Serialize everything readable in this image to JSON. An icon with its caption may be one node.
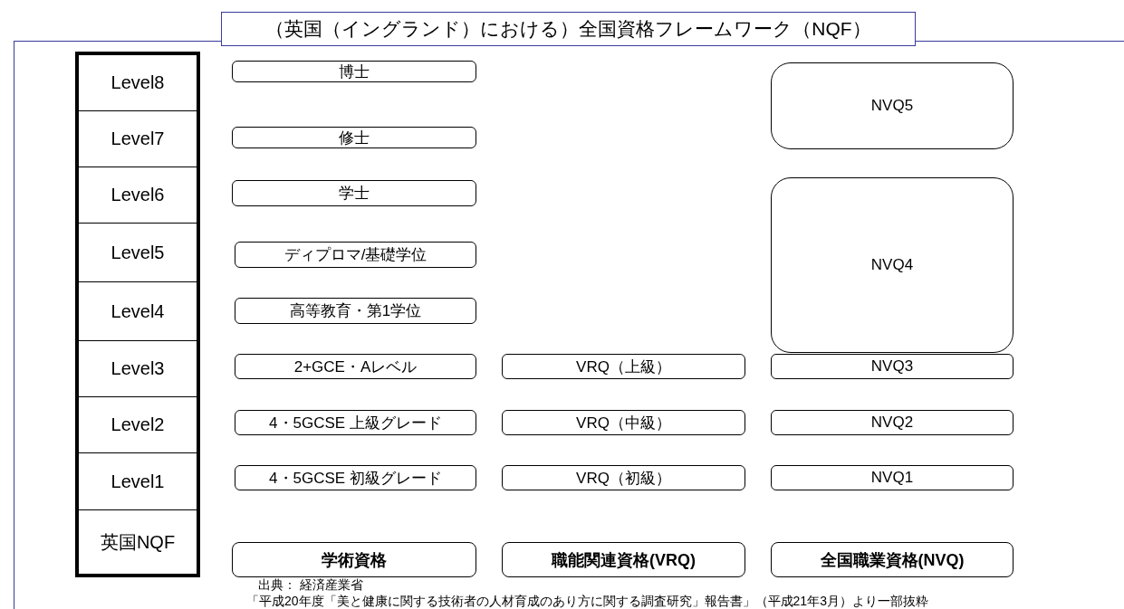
{
  "diagram": {
    "nodes": [
      {
        "text": [
          "（英国（イングランド）における）全国資格フレームワーク（NQF）"
        ]
      },
      {
        "text": [
          "Level8"
        ],
        "in": 0
      },
      {
        "text": [
          "博士"
        ],
        "in": 0
      },
      {
        "text": [
          "NVQ5"
        ],
        "in": 0
      },
      {
        "text": [
          "Level7"
        ],
        "in": 0
      },
      {
        "text": [
          "修士"
        ],
        "in": 0
      },
      {
        "text": [
          "Level6"
        ],
        "in": 0
      },
      {
        "text": [
          "学士"
        ],
        "in": 0
      },
      {
        "text": [
          "NVQ4"
        ],
        "in": 0
      },
      {
        "text": [
          "Level5"
        ],
        "in": 0
      },
      {
        "text": [
          "ディプロマ/基礎学位"
        ],
        "in": 0
      },
      {
        "text": [
          "Level4"
        ],
        "in": 0
      },
      {
        "text": [
          "高等教育・第1学位"
        ],
        "in": 0
      },
      {
        "text": [
          "Level3"
        ],
        "in": 0
      },
      {
        "text": [
          "2+GCE・Aレベル"
        ],
        "in": 0
      },
      {
        "text": [
          "VRQ（上級）"
        ],
        "in": 0
      },
      {
        "text": [
          "NVQ3"
        ],
        "in": 0
      },
      {
        "text": [
          "Level2"
        ],
        "in": 0
      },
      {
        "text": [
          "4・5GCSE 上級グレード"
        ],
        "in": 0
      },
      {
        "text": [
          "VRQ（中級）"
        ],
        "in": 0
      },
      {
        "text": [
          "NVQ2"
        ],
        "in": 0
      },
      {
        "text": [
          "Level1"
        ],
        "in": 0
      },
      {
        "text": [
          "4・5GCSE 初級グレード"
        ],
        "in": 0
      },
      {
        "text": [
          "VRQ（初級）"
        ],
        "in": 0
      },
      {
        "text": [
          "NVQ1"
        ],
        "in": 0
      },
      {
        "text": [
          "英国NQF"
        ],
        "in": 0
      },
      {
        "text": [
          "学術資格"
        ],
        "in": 0
      },
      {
        "text": [
          "職能関連資格(VRQ)"
        ],
        "in": 0
      },
      {
        "text": [
          "全国職業資格(NVQ)"
        ],
        "in": 0
      }
    ],
    "labels": [
      "出典： 経済産業省",
      "「平成20年度「美と健康に関する技術者の人材育成のあり方に関する調査研究」報告書」（平成21年3月）より一部抜粋"
    ]
  }
}
